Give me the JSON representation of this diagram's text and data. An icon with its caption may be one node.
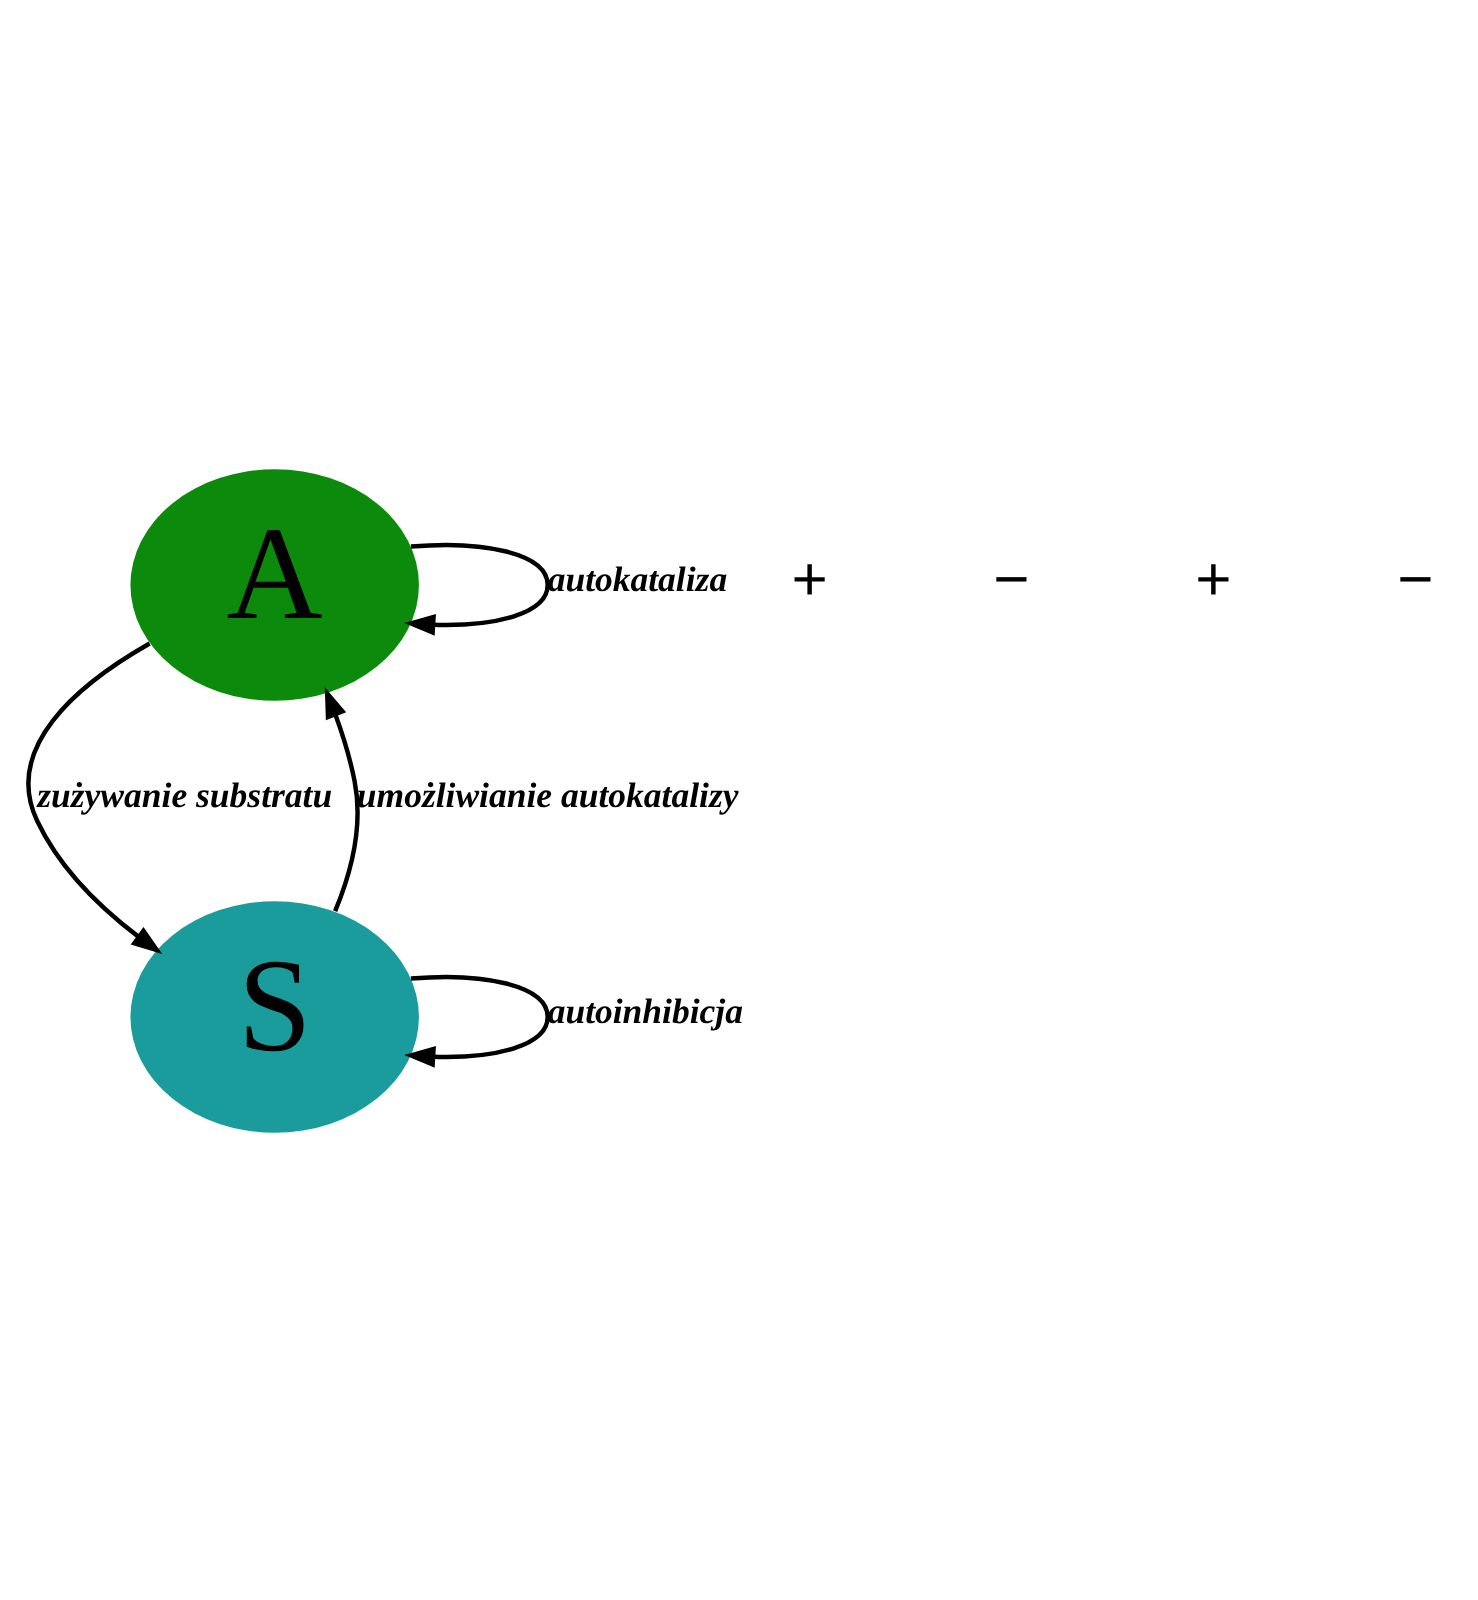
{
  "diagram": {
    "nodes": [
      {
        "text": [
          "A"
        ]
      },
      {
        "text": [
          "S"
        ]
      }
    ],
    "edges": [
      {
        "from": 0,
        "to": 0,
        "arrow": "to",
        "label": "autokataliza"
      },
      {
        "from": 0,
        "to": 1,
        "arrow": "to",
        "label": "zużywanie substratu"
      },
      {
        "from": 1,
        "to": 0,
        "arrow": "to",
        "label": "umożliwianie autokatalizy"
      },
      {
        "from": 1,
        "to": 1,
        "arrow": "to",
        "label": "autoinhibicja"
      }
    ],
    "labels": [
      "+",
      "−",
      "+",
      "−"
    ]
  }
}
